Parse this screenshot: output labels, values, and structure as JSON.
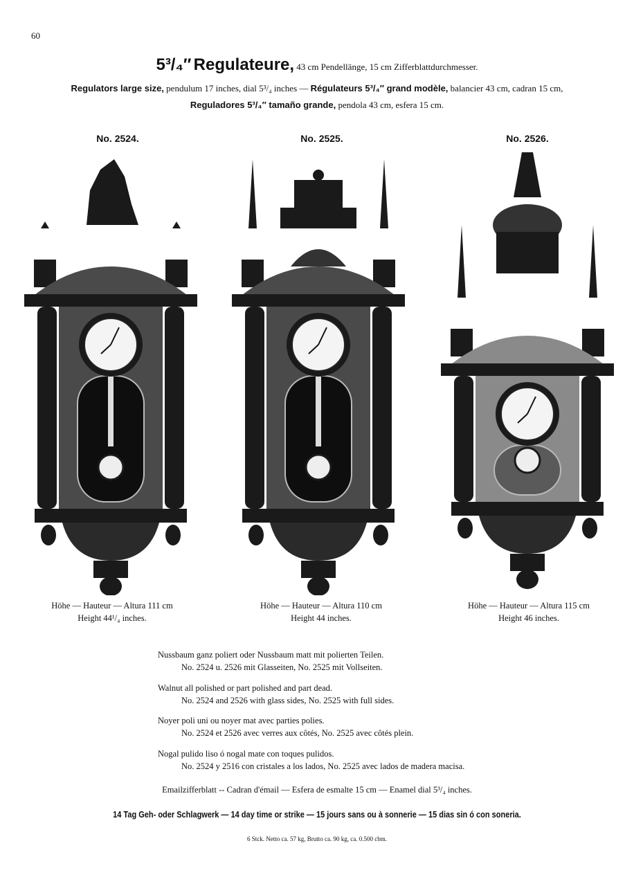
{
  "page_number": "60",
  "header": {
    "title_size": "5³/₄″",
    "title_main": "Regulateure,",
    "title_rest": "43 cm Pendellänge, 15 cm Zifferblattdurchmesser.",
    "line2_en_bold": "Regulators large size,",
    "line2_en": "pendulum 17 inches, dial 5³/₄ inches —",
    "line2_fr_bold": "Régulateurs 5³/₄″ grand modèle,",
    "line2_fr": "balancier 43 cm, cadran 15 cm,",
    "line3_es_bold": "Reguladores 5³/₄″ tamaño grande,",
    "line3_es": "pendola 43 cm, esfera 15 cm."
  },
  "models": [
    {
      "number": "No. 2524.",
      "height_metric": "Höhe — Hauteur — Altura 111 cm",
      "height_imperial": "Height 44¹/₄ inches."
    },
    {
      "number": "No. 2525.",
      "height_metric": "Höhe — Hauteur — Altura 110 cm",
      "height_imperial": "Height 44 inches."
    },
    {
      "number": "No. 2526.",
      "height_metric": "Höhe — Hauteur — Altura 115 cm",
      "height_imperial": "Height 46 inches."
    }
  ],
  "descriptions": [
    {
      "line1": "Nussbaum ganz poliert oder Nussbaum matt mit polierten Teilen.",
      "line2": "No. 2524 u. 2526 mit Glasseiten, No. 2525 mit Vollseiten."
    },
    {
      "line1": "Walnut all polished or part polished and part dead.",
      "line2": "No. 2524 and 2526 with glass sides, No. 2525 with full sides."
    },
    {
      "line1": "Noyer poli uni ou noyer mat avec parties polies.",
      "line2": "No. 2524 et 2526 avec verres aux côtés, No. 2525 avec côtés plein."
    },
    {
      "line1": "Nogal pulido liso ó nogal mate con toques pulidos.",
      "line2": "No. 2524 y 2516 con cristales a los lados, No. 2525 avec lados de madera macisa."
    }
  ],
  "enamel": "Emailzifferblatt -- Cadran d'émail — Esfera de esmalte 15 cm — Enamel dial 5³/₄ inches.",
  "movement": "14 Tag Geh- oder Schlagwerk — 14 day time or strike — 15 jours sans ou à sonnerie — 15 dias sin ó con soneria.",
  "shipping": "6 Stck. Netto ca. 57 kg, Brutto ca. 90 kg, ca. 0.500 cbm."
}
